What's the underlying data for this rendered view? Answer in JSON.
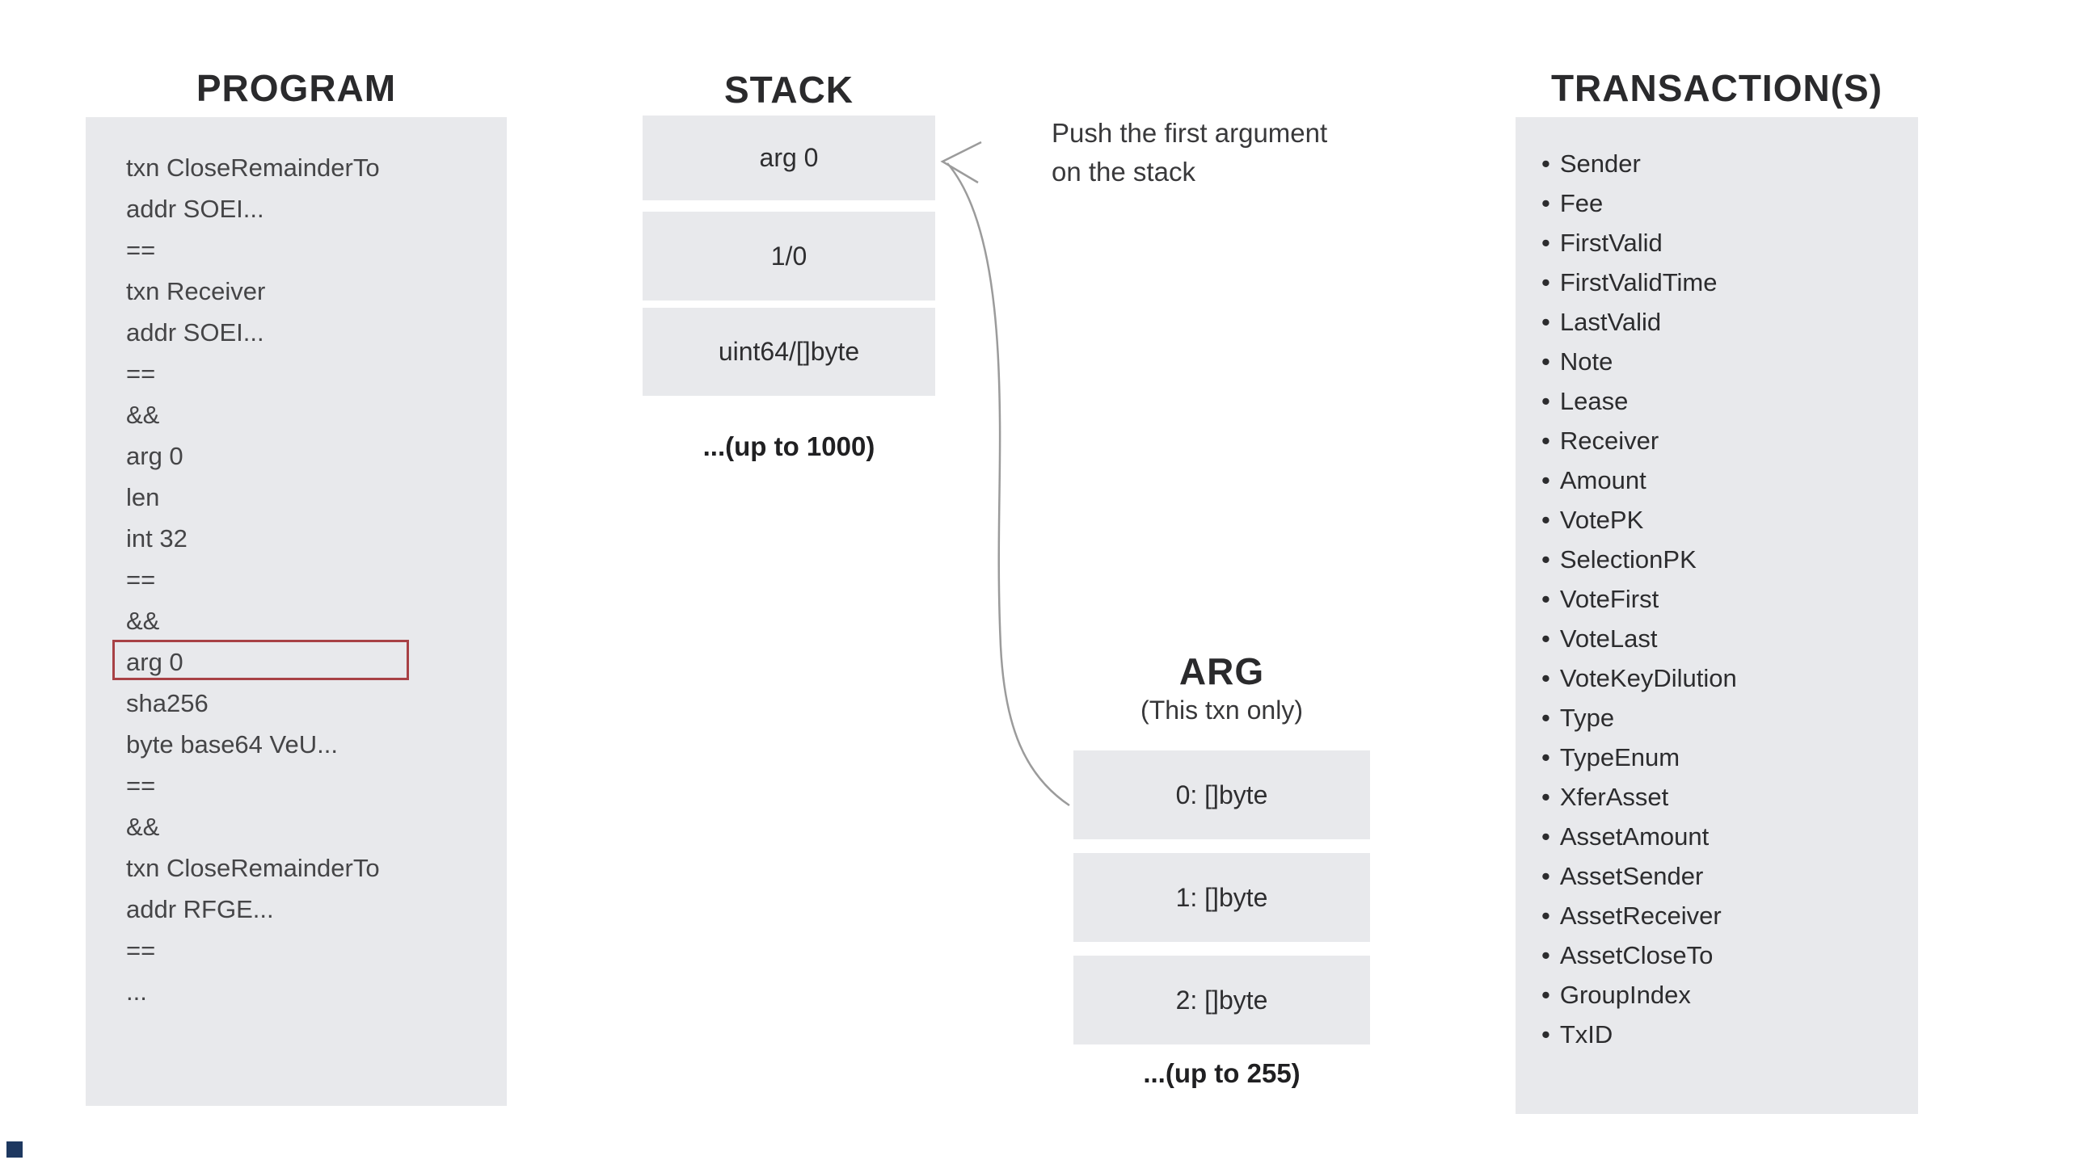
{
  "program": {
    "title": "PROGRAM",
    "lines": [
      "txn CloseRemainderTo",
      "addr SOEI...",
      "==",
      "txn Receiver",
      "addr SOEI...",
      "==",
      "&&",
      "arg 0",
      "len",
      "int 32",
      "==",
      "&&",
      "arg 0",
      "sha256",
      "byte base64 VeU...",
      "==",
      "&&",
      "txn CloseRemainderTo",
      "addr RFGE...",
      "==",
      "..."
    ],
    "highlighted_line": "arg 0",
    "highlighted_line_index": 12
  },
  "stack": {
    "title": "STACK",
    "cells": [
      "arg 0",
      "1/0",
      "uint64/[]byte"
    ],
    "more_label": "...(up to 1000)"
  },
  "annotation": {
    "line1": "Push the first argument",
    "line2": "on the stack"
  },
  "arg": {
    "title": "ARG",
    "subtitle": "(This txn only)",
    "cells": [
      "0: []byte",
      "1: []byte",
      "2: []byte"
    ],
    "more_label": "...(up to 255)"
  },
  "transactions": {
    "title": "TRANSACTION(S)",
    "bullet": "•",
    "fields": [
      "Sender",
      "Fee",
      "FirstValid",
      "FirstValidTime",
      "LastValid",
      "Note",
      "Lease",
      "Receiver",
      "Amount",
      "VotePK",
      "SelectionPK",
      "VoteFirst",
      "VoteLast",
      "VoteKeyDilution",
      "Type",
      "TypeEnum",
      "XferAsset",
      "AssetAmount",
      "AssetSender",
      "AssetReceiver",
      "AssetCloseTo",
      "GroupIndex",
      "TxID"
    ]
  },
  "colors": {
    "panel_bg": "#e8e9ec",
    "highlight_border": "#a84145",
    "arrow": "#9b9b9b",
    "accent_square": "#1e3860"
  }
}
